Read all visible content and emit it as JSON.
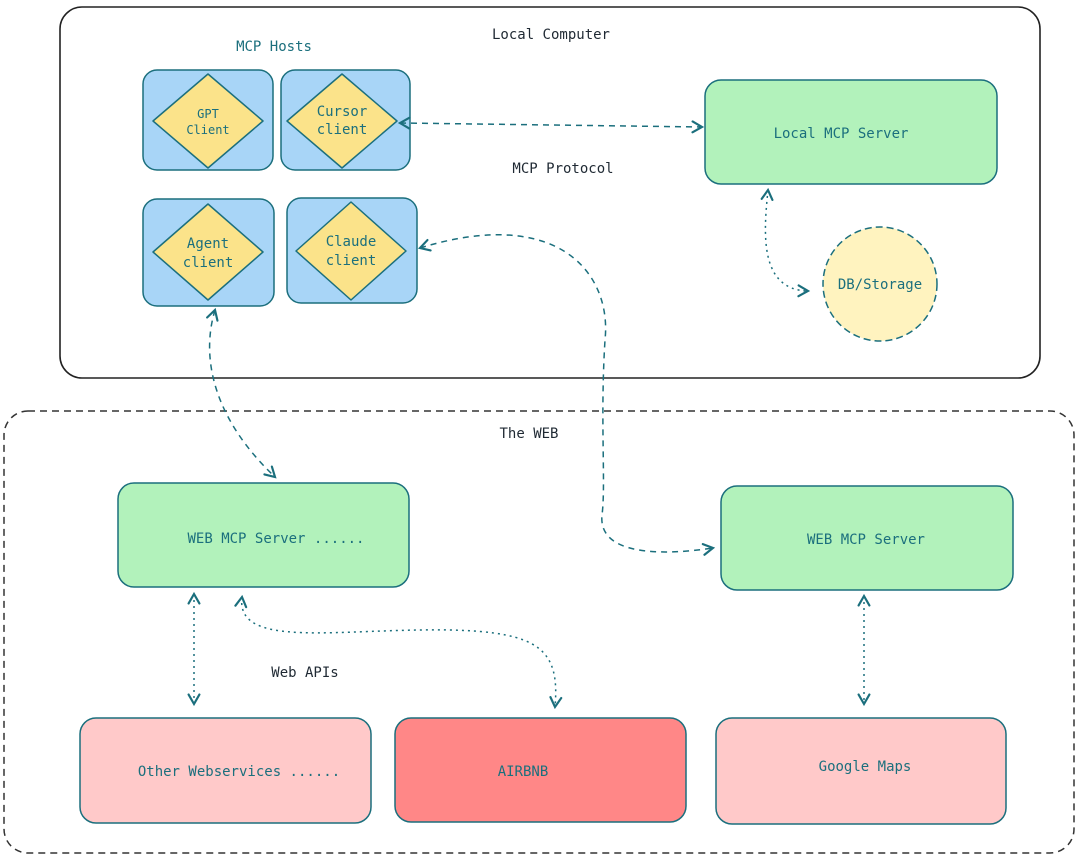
{
  "regions": {
    "local_computer": "Local Computer",
    "web": "The WEB"
  },
  "labels": {
    "mcp_hosts": "MCP Hosts",
    "mcp_protocol": "MCP Protocol",
    "web_apis": "Web APIs"
  },
  "clients": {
    "gpt": [
      "GPT",
      "Client"
    ],
    "cursor": [
      "Cursor",
      "client"
    ],
    "agent": [
      "Agent",
      "client"
    ],
    "claude": [
      "Claude",
      "client"
    ]
  },
  "servers": {
    "local": "Local MCP Server",
    "web_left": "WEB MCP Server ......",
    "web_right": "WEB MCP Server"
  },
  "storage": "DB/Storage",
  "services": {
    "other": "Other Webservices ......",
    "airbnb": "AIRBNB",
    "google_maps": "Google Maps"
  },
  "colors": {
    "host_fill": "#a8d5f7",
    "client_fill": "#fbe38a",
    "server_fill": "#b2f2bb",
    "service_fill": "#ffc9c9",
    "airbnb_fill": "#ff8787",
    "storage_fill": "#fff3bf",
    "edge": "#1b6f7d"
  }
}
